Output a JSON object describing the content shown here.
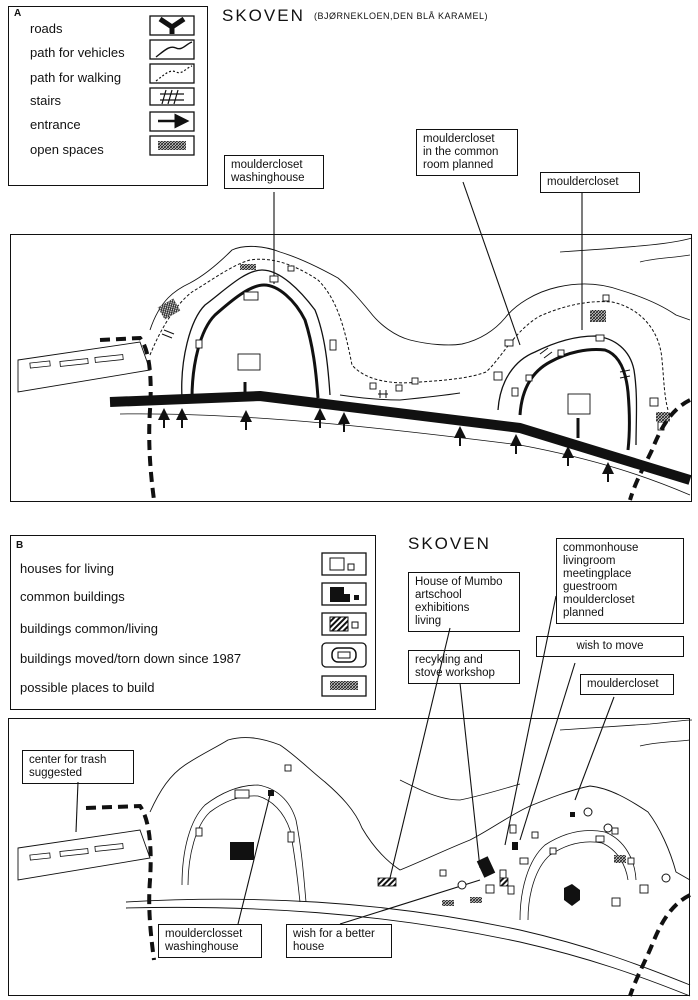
{
  "panel_a": {
    "letter": "A",
    "title": "SKOVEN",
    "subtitle": "(BJØRNEKLOEN,DEN BLÅ KARAMEL)",
    "legend": [
      {
        "label": "roads",
        "icon": "road-junction-icon"
      },
      {
        "label": "path for vehicles",
        "icon": "vehicle-path-icon"
      },
      {
        "label": "path for walking",
        "icon": "walking-path-icon"
      },
      {
        "label": "stairs",
        "icon": "stairs-icon"
      },
      {
        "label": "entrance",
        "icon": "entrance-arrow-icon"
      },
      {
        "label": "open spaces",
        "icon": "open-space-hatch-icon"
      }
    ],
    "callouts": {
      "washinghouse": [
        "mouldercloset",
        "washinghouse"
      ],
      "common_room": [
        "mouldercloset",
        "in the common",
        "room planned"
      ],
      "mouldercloset": [
        "mouldercloset"
      ]
    }
  },
  "panel_b": {
    "letter": "B",
    "title": "SKOVEN",
    "legend": [
      {
        "label": "houses for living",
        "icon": "house-outline-icon"
      },
      {
        "label": "common buildings",
        "icon": "common-building-icon"
      },
      {
        "label": "buildings common/living",
        "icon": "mixed-building-icon"
      },
      {
        "label": "buildings moved/torn down since 1987",
        "icon": "moved-building-icon"
      },
      {
        "label": "possible places to build",
        "icon": "build-site-hatch-icon"
      }
    ],
    "callouts": {
      "commonhouse": [
        "commonhouse",
        "livingroom",
        "meetingplace",
        "guestroom",
        "mouldercloset",
        "planned"
      ],
      "mumbo": [
        "House of Mumbo",
        "artschool",
        "exhibitions",
        "living"
      ],
      "recykling": [
        "recykling and",
        "stove workshop"
      ],
      "wish_move": [
        "wish to move"
      ],
      "mouldercloset": [
        "mouldercloset"
      ],
      "trash": [
        "center for trash",
        "suggested"
      ],
      "washinghouse": [
        "moulderclosset",
        "washinghouse"
      ],
      "better_house": [
        "wish for a better",
        "house"
      ]
    }
  }
}
